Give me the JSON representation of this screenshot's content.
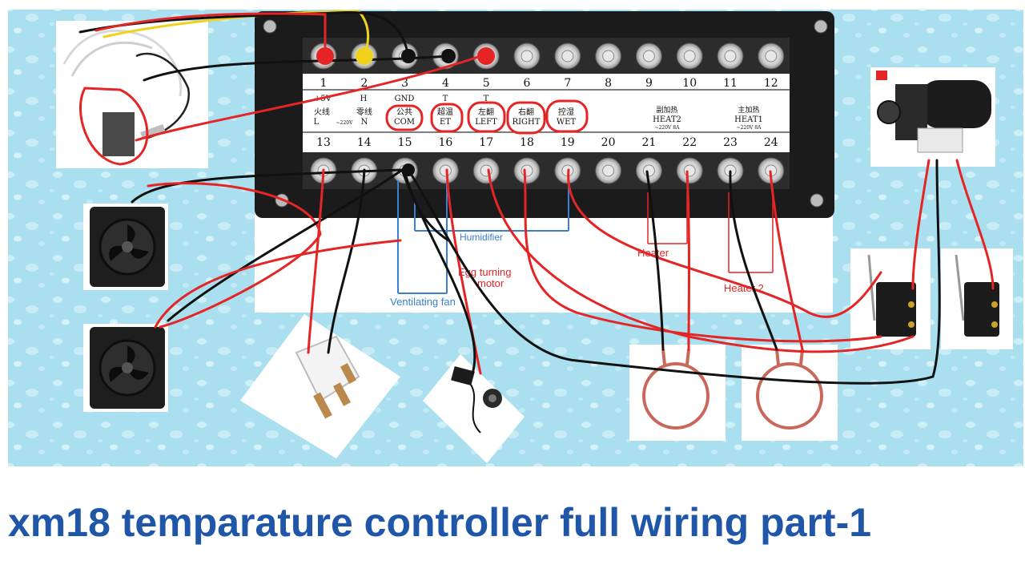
{
  "caption": "xm18 temparature controller full wiring part-1",
  "terminals_top": [
    "1",
    "2",
    "3",
    "4",
    "5",
    "6",
    "7",
    "8",
    "9",
    "10",
    "11",
    "12"
  ],
  "terminals_bottom": [
    "13",
    "14",
    "15",
    "16",
    "17",
    "18",
    "19",
    "20",
    "21",
    "22",
    "23",
    "24"
  ],
  "top_labels": [
    "+5V",
    "H",
    "GND",
    "T",
    "T"
  ],
  "bottom_labels": {
    "l_cn": "火线",
    "l": "L",
    "v220": "~220V",
    "n_cn": "零线",
    "n": "N",
    "com_cn": "公共",
    "com": "COM",
    "et_cn": "超温",
    "et": "ET",
    "left_cn": "左翻",
    "left": "LEFT",
    "right_cn": "右翻",
    "right": "RIGHT",
    "wet_cn": "控湿",
    "wet": "WET",
    "heat2_cn": "副加热",
    "heat2": "HEAT2",
    "heat2_v": "~220V 8A",
    "heat1_cn": "主加热",
    "heat1": "HEAT1",
    "heat1_v": "~220V 8A"
  },
  "panel_labels": {
    "humidifier": "Humidifier",
    "egg_motor_1": "Egg turning",
    "egg_motor_2": "motor",
    "vent_fan": "Ventilating fan",
    "heater1": "Heater",
    "heater2": "Heater 2"
  },
  "colors": {
    "background": "#a9dfee",
    "caption": "#1f56a8",
    "red_wire": "#e52525",
    "black_wire": "#111111",
    "blue_line": "#3a7fd0"
  }
}
